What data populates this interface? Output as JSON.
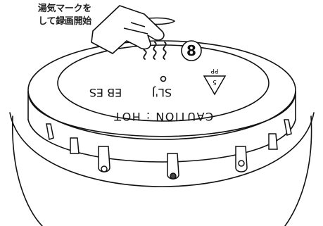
{
  "callout": {
    "line1": "湯気マークを",
    "line2": "して録画開始"
  },
  "lid": {
    "step_number": "8",
    "caution_text": "CAUTION : HOT",
    "recycle_code": "5",
    "recycle_material": "PP",
    "marking_left": "EB ES",
    "marking_mid": "SL'J"
  },
  "colors": {
    "line": "#111111",
    "background": "#ffffff"
  }
}
